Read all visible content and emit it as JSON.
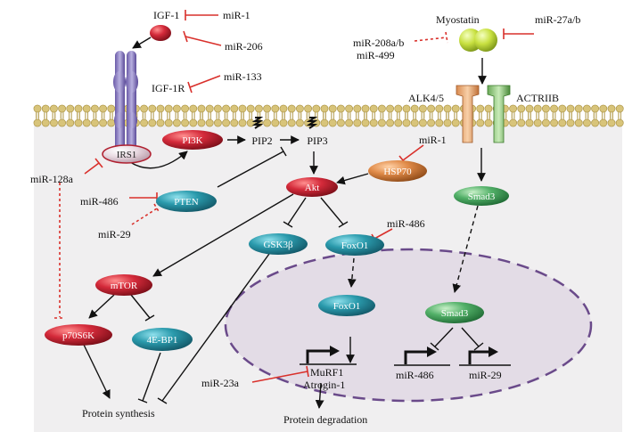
{
  "nodes": {
    "igf1": "IGF-1",
    "igf1r": "IGF-1R",
    "irs1": "IRS1",
    "pi3k": "PI3K",
    "pip2": "PIP2",
    "pip3": "PIP3",
    "pten": "PTEN",
    "akt": "Akt",
    "hsp70": "HSP70",
    "gsk3b": "GSK3β",
    "foxo1": "FoxO1",
    "foxo1_nuc": "FoxO1",
    "mtor": "mTOR",
    "p70s6k": "p70S6K",
    "bp1": "4E-BP1",
    "myostatin": "Myostatin",
    "alk45": "ALK4/5",
    "actriib": "ACTRIIB",
    "smad3": "Smad3",
    "smad3_nuc": "Smad3"
  },
  "mirnas": {
    "mir1_top": "miR-1",
    "mir206": "miR-206",
    "mir133": "miR-133",
    "mir128a": "miR-128a",
    "mir486_pten": "miR-486",
    "mir29_pten": "miR-29",
    "mir1_hsp": "miR-1",
    "mir486_foxo": "miR-486",
    "mir23a": "miR-23a",
    "mir208": "miR-208a/b",
    "mir499": "miR-499",
    "mir27": "miR-27a/b",
    "mir486_target": "miR-486",
    "mir29_target": "miR-29"
  },
  "genes": {
    "murf1": "MuRF1",
    "atrogin": "Atrogin-1"
  },
  "outcomes": {
    "synthesis": "Protein synthesis",
    "degradation": "Protein degradation"
  },
  "colors": {
    "red_node": "#c41e2e",
    "teal_node": "#1e8a9a",
    "green_node": "#3aa25a",
    "orange_node": "#d67a3a",
    "inhibit": "#d9302b",
    "nucleus_fill": "#e6e0e8",
    "nucleus_border": "#6a4a8a"
  }
}
